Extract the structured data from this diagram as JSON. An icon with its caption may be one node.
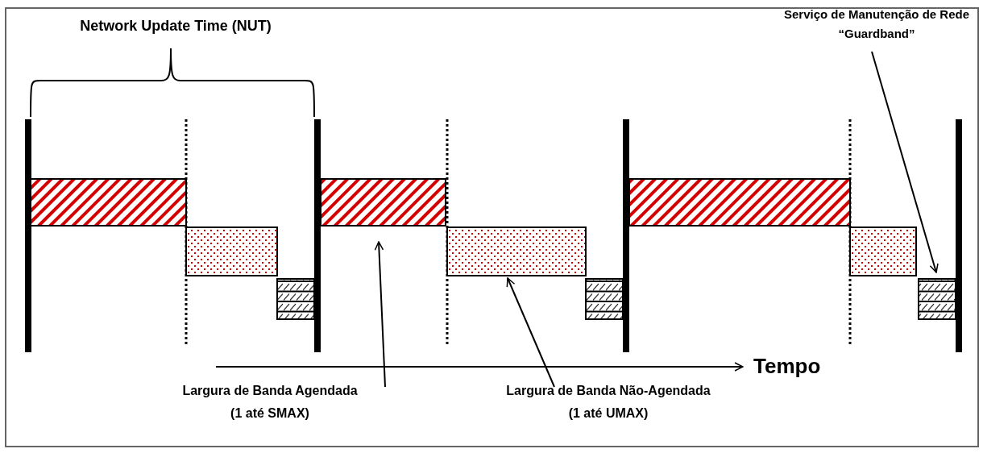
{
  "diagram": {
    "nodes": [
      {
        "text": [],
        "shape": "bar"
      },
      {
        "text": [],
        "shape": "bar"
      },
      {
        "text": [],
        "shape": "box"
      },
      {
        "text": [],
        "shape": "bar"
      },
      {
        "text": [],
        "shape": "bar"
      },
      {
        "text": [],
        "shape": "box"
      },
      {
        "text": [],
        "shape": "bar"
      },
      {
        "text": [],
        "shape": "bar"
      },
      {
        "text": [],
        "shape": "box"
      },
      {
        "text": [
          "Serviço de Manutenção de Rede",
          "“Guardband”"
        ]
      },
      {
        "text": [
          "Largura de Banda Agendada",
          "(1 até SMAX)"
        ]
      },
      {
        "text": [
          "Largura de Banda Não-Agendada",
          "(1 até UMAX)"
        ]
      }
    ],
    "edges": [
      {
        "from": 10,
        "to": 3,
        "arrow": "to"
      },
      {
        "from": 11,
        "to": 4,
        "arrow": "to"
      },
      {
        "from": 9,
        "to": 8,
        "arrow": "to"
      }
    ],
    "labels": [
      "Network Update Time (NUT)",
      "Tempo"
    ]
  }
}
